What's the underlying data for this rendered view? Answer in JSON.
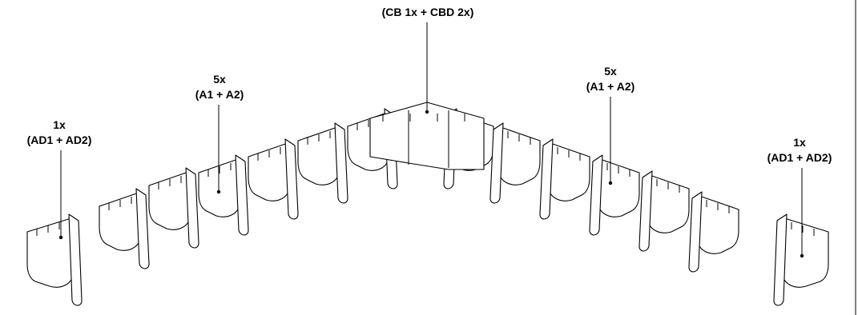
{
  "labels": {
    "top": "(CB 1x + CBD 2x)",
    "left_outer_count": "1x",
    "left_outer_parts": "(AD1 + AD2)",
    "left_inner_count": "5x",
    "left_inner_parts": "(A1 + A2)",
    "right_inner_count": "5x",
    "right_inner_parts": "(A1 + A2)",
    "right_outer_count": "1x",
    "right_outer_parts": "(AD1 + AD2)"
  },
  "colors": {
    "line": "#000000",
    "fill": "#ffffff"
  }
}
